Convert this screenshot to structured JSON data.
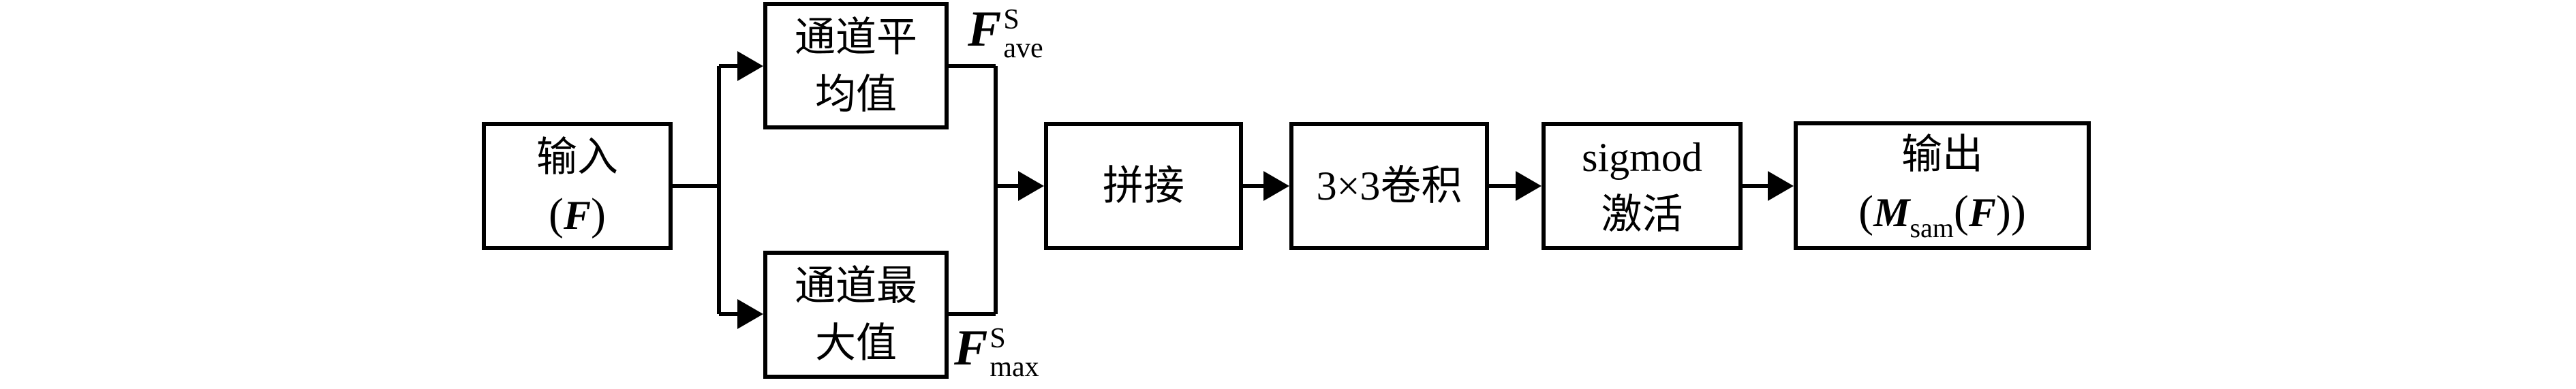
{
  "colors": {
    "background": "#ffffff",
    "stroke": "#000000",
    "text": "#000000"
  },
  "nodes": {
    "input": {
      "line1": "输入",
      "formula": {
        "open": "(",
        "var": "F",
        "close": ")"
      }
    },
    "channel_average": {
      "line1": "通道平",
      "line2": "均值"
    },
    "channel_max": {
      "line1": "通道最",
      "line2": "大值"
    },
    "concat": {
      "label": "拼接"
    },
    "conv": {
      "label": "3×3卷积"
    },
    "activation": {
      "line1": "sigmod",
      "line2": "激活"
    },
    "output": {
      "line1": "输出",
      "formula": {
        "open": "(",
        "var": "M",
        "sub": "sam",
        "inner_open": "(",
        "inner_var": "F",
        "inner_close": ")",
        "close": ")"
      }
    }
  },
  "labels": {
    "f_ave": {
      "var": "F",
      "sup": "S",
      "sub": "ave"
    },
    "f_max": {
      "var": "F",
      "sup": "S",
      "sub": "max"
    }
  }
}
